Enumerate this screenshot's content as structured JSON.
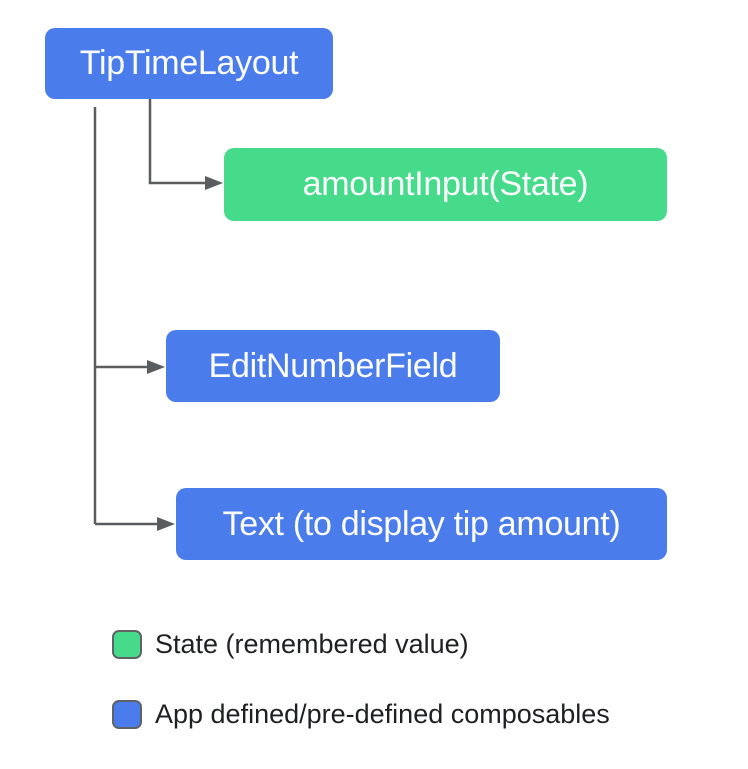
{
  "colors": {
    "background": "#ffffff",
    "blue": "#4a7cec",
    "green": "#45db8b",
    "connector": "#5a5d60",
    "swatch-border": "#5f6368",
    "box-text": "#fdfdfd",
    "legend-text": "#1e2022"
  },
  "nodes": {
    "root": {
      "label": "TipTimeLayout",
      "type": "composable"
    },
    "amount_input": {
      "label": "amountInput(State)",
      "type": "state"
    },
    "edit_number_field": {
      "label": "EditNumberField",
      "type": "composable"
    },
    "text_display": {
      "label": "Text (to display tip amount)",
      "type": "composable"
    }
  },
  "legend": {
    "state": {
      "label": "State (remembered value)"
    },
    "composables": {
      "label": "App defined/pre-defined composables"
    }
  }
}
